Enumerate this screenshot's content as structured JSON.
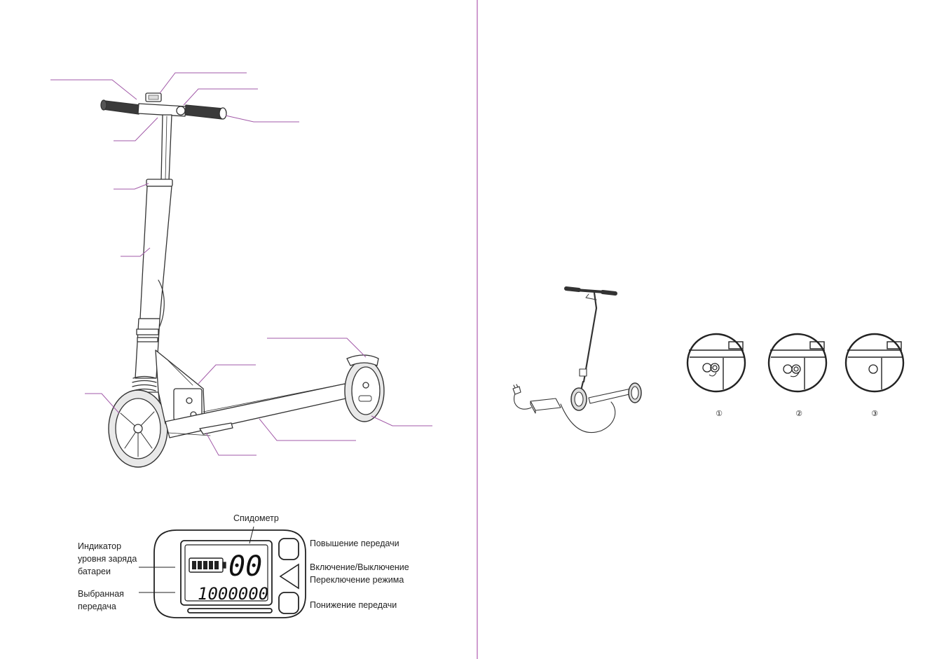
{
  "display": {
    "labels": {
      "speedometer": "Спидометр",
      "battery_indicator": "Индикатор уровня заряда батареи",
      "selected_gear": "Выбранная передача",
      "gear_up": "Повышение передачи",
      "power_toggle": "Включение/Выключение",
      "mode_switch": "Переключение режима",
      "gear_down": "Понижение передачи"
    },
    "speed_value": "00",
    "odometer_value": "1000000"
  },
  "charging_steps": [
    "①",
    "②",
    "③"
  ],
  "colors": {
    "divider": "#b05cb0",
    "callout": "#a25aa8",
    "line": "#333333"
  }
}
